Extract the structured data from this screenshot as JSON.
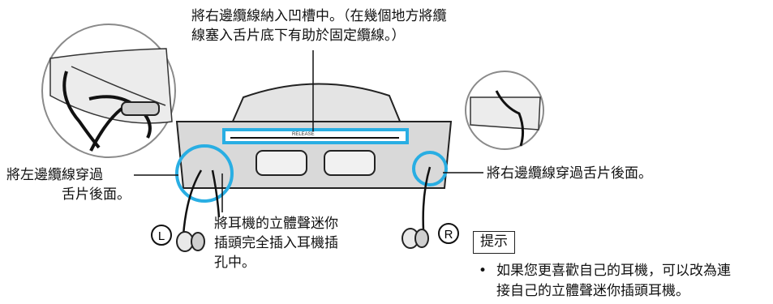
{
  "callouts": {
    "top_line1": "將右邊纜線納入凹槽中。（在幾個地方將纜",
    "top_line2": "線塞入舌片底下有助於固定纜線。）",
    "left_line1": "將左邊纜線穿過",
    "left_line2": "舌片後面。",
    "right": "將右邊纜線穿過舌片後面。",
    "bottom_line1": "將耳機的立體聲迷你",
    "bottom_line2": "插頭完全插入耳機插",
    "bottom_line3": "孔中。"
  },
  "markers": {
    "left": "L",
    "right": "R"
  },
  "device_label": "RELEASE",
  "tip": {
    "title": "提示",
    "bullet": "•",
    "line1": "如果您更喜歡自己的耳機，可以改為連",
    "line2": "接自己的立體聲迷你插頭耳機。"
  },
  "colors": {
    "highlight": "#29aee3",
    "outline": "#222222",
    "fill": "#d9d9d9"
  }
}
